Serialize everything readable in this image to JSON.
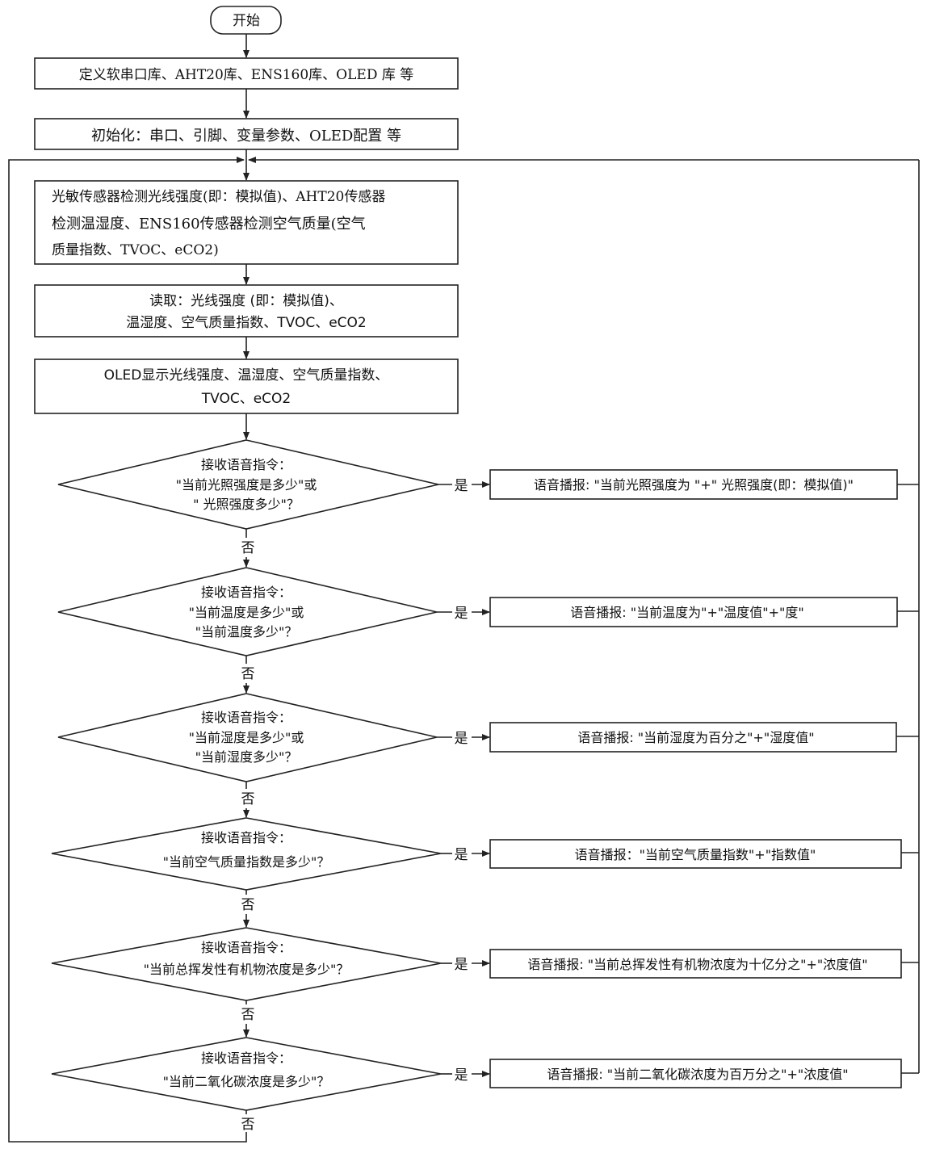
{
  "start": {
    "label": "开始"
  },
  "steps": [
    {
      "lines": [
        "定义软串口库、AHT20库、ENS160库、OLED 库 等"
      ]
    },
    {
      "lines": [
        "初始化：串口、引脚、变量参数、OLED配置  等"
      ]
    },
    {
      "lines": [
        "光敏传感器检测光线强度(即：模拟值)、AHT20传感器",
        "检测温湿度、ENS160传感器检测空气质量(空气",
        "质量指数、TVOC、eCO2)"
      ]
    },
    {
      "lines": [
        "读取：光线强度 (即：模拟值)、",
        "温湿度、空气质量指数、TVOC、eCO2"
      ]
    },
    {
      "lines": [
        "OLED显示光线强度、温湿度、空气质量指数、",
        "TVOC、eCO2"
      ]
    }
  ],
  "decisions": [
    {
      "lines": [
        "接收语音指令：",
        "\"当前光照强度是多少\"或",
        "\" 光照强度多少\"？"
      ],
      "action": "语音播报: \"当前光照强度为 \"+\" 光照强度(即：模拟值)\""
    },
    {
      "lines": [
        "接收语音指令：",
        "\"当前温度是多少\"或",
        "\"当前温度多少\"？"
      ],
      "action": "语音播报: \"当前温度为\"+\"温度值\"+\"度\""
    },
    {
      "lines": [
        "接收语音指令：",
        "\"当前湿度是多少\"或",
        "\"当前湿度多少\"？"
      ],
      "action": "语音播报: \"当前湿度为百分之\"+\"湿度值\""
    },
    {
      "lines": [
        "接收语音指令：",
        "\"当前空气质量指数是多少\"？"
      ],
      "action": "语音播报：\"当前空气质量指数\"+\"指数值\""
    },
    {
      "lines": [
        "接收语音指令：",
        "\"当前总挥发性有机物浓度是多少\"？"
      ],
      "action": "语音播报: \"当前总挥发性有机物浓度为十亿分之\"+\"浓度值\""
    },
    {
      "lines": [
        "接收语音指令：",
        "\"当前二氧化碳浓度是多少\"？"
      ],
      "action": "语音播报: \"当前二氧化碳浓度为百万分之\"+\"浓度值\""
    }
  ],
  "labels": {
    "yes": "是",
    "no": "否"
  }
}
